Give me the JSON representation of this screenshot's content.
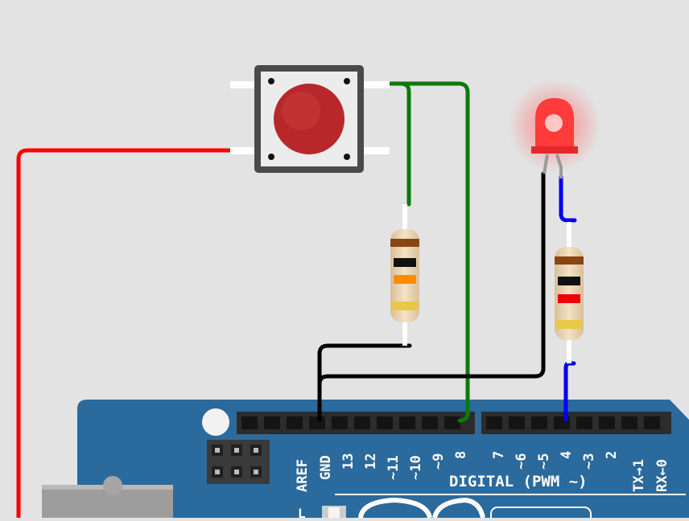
{
  "board": {
    "color": "#2b6a9c",
    "labels": {
      "aref": "AREF",
      "gnd": "GND",
      "p13": "13",
      "p12": "12",
      "p11": "~11",
      "p10": "~10",
      "p9": "~9",
      "p8": "8",
      "p7": "7",
      "p6": "~6",
      "p5": "~5",
      "p4": "4",
      "p3": "~3",
      "p2": "2",
      "tx": "TX→1",
      "rx": "RX←0",
      "digital": "DIGITAL (PWM ~)",
      "l": "L"
    }
  },
  "wires": {
    "red": "#ff0000",
    "green": "#0a7a0a",
    "black": "#000000",
    "blue": "#0000ee"
  },
  "button": {
    "cap": "#b8282a",
    "body": "#4a4a4a"
  },
  "led": {
    "color": "#ff2a2a"
  },
  "resistor_left": {
    "bands": [
      "#8b4513",
      "#111111",
      "#ff8c00",
      "#e8c84a"
    ]
  },
  "resistor_right": {
    "bands": [
      "#8b4513",
      "#111111",
      "#ee0000",
      "#e8c84a"
    ]
  }
}
